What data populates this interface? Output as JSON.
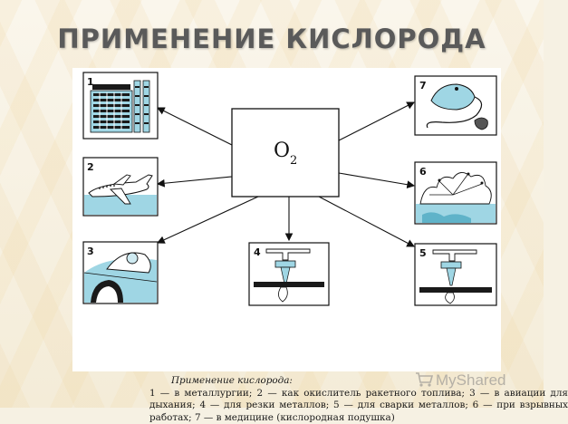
{
  "title": "ПРИМЕНЕНИЕ КИСЛОРОДА",
  "center_label": "O",
  "center_subscript": "2",
  "panels": [
    {
      "number": "1",
      "icon": "factory-icon"
    },
    {
      "number": "2",
      "icon": "airplane-icon"
    },
    {
      "number": "3",
      "icon": "aircraft-cockpit-icon"
    },
    {
      "number": "4",
      "icon": "metal-cutting-icon"
    },
    {
      "number": "5",
      "icon": "metal-welding-icon"
    },
    {
      "number": "6",
      "icon": "explosion-icon"
    },
    {
      "number": "7",
      "icon": "oxygen-pillow-icon"
    }
  ],
  "caption": {
    "title": "Применение кислорода:",
    "body": "1 — в металлургии; 2 — как окислитель ракетного топлива; 3 — в авиации для дыхания; 4 — для резки металлов; 5 — для сварки металлов; 6 — при взрывных работах; 7 — в медицине (кислородная подушка)"
  },
  "watermark": "MyShared",
  "colors": {
    "accent_cyan": "#9fd6e4",
    "border": "#111111",
    "title_gray": "#5a5a5a"
  }
}
